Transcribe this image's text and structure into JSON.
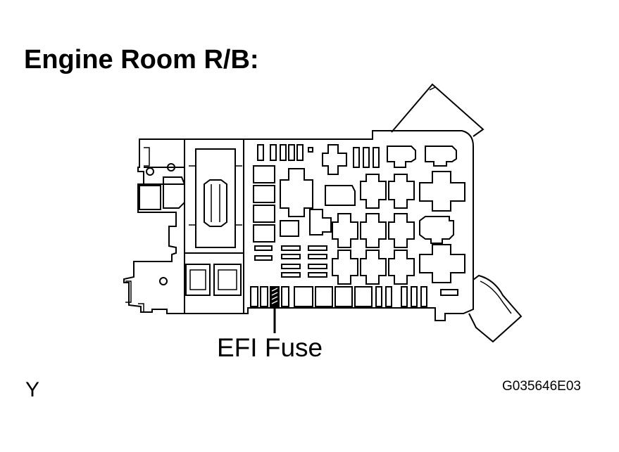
{
  "title": "Engine Room R/B:",
  "callout": {
    "label": "EFI Fuse"
  },
  "corner_mark": "Y",
  "figure_code": "G035646E03",
  "colors": {
    "line": "#000000",
    "background": "#ffffff"
  }
}
